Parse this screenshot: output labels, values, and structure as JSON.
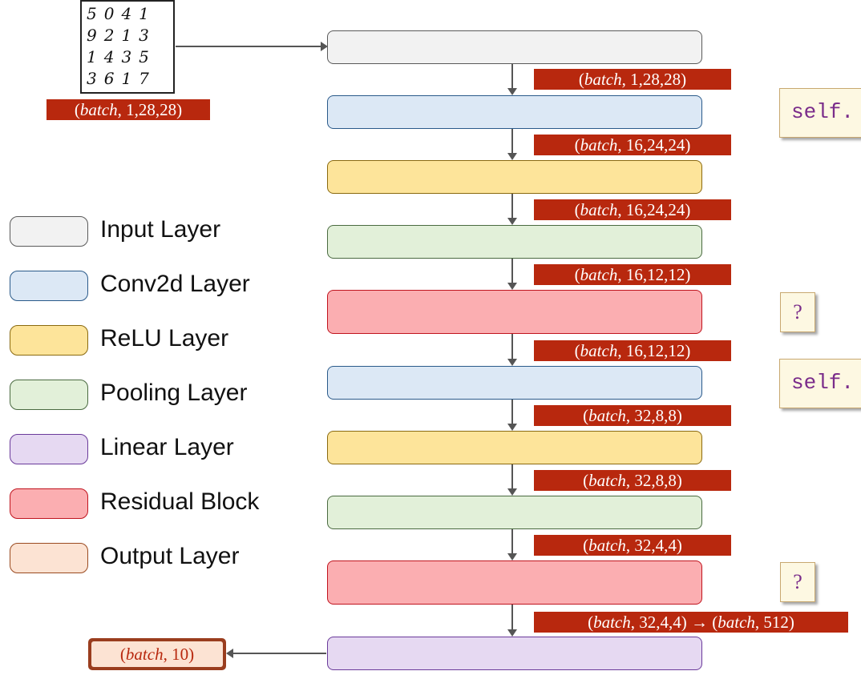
{
  "digits": [
    "5041",
    "9213",
    "1435",
    "3617"
  ],
  "input_shape": "(batch, 1,28,28)",
  "layers": [
    {
      "type": "input",
      "fill": "#f2f2f2",
      "border": "#5a5a5a"
    },
    {
      "type": "conv2d",
      "fill": "#dce8f5",
      "border": "#2a5a8a"
    },
    {
      "type": "relu",
      "fill": "#fde49a",
      "border": "#8a6a10"
    },
    {
      "type": "pooling",
      "fill": "#e2f0d9",
      "border": "#4a6a40"
    },
    {
      "type": "residual",
      "fill": "#fbaeb1",
      "border": "#c0141e"
    },
    {
      "type": "conv2d",
      "fill": "#dce8f5",
      "border": "#2a5a8a"
    },
    {
      "type": "relu",
      "fill": "#fde49a",
      "border": "#8a6a10"
    },
    {
      "type": "pooling",
      "fill": "#e2f0d9",
      "border": "#4a6a40"
    },
    {
      "type": "residual",
      "fill": "#fbaeb1",
      "border": "#c0141e"
    },
    {
      "type": "linear",
      "fill": "#e6d9f2",
      "border": "#6a3a9a"
    }
  ],
  "shapes": [
    "(batch, 1,28,28)",
    "(batch, 16,24,24)",
    "(batch, 16,24,24)",
    "(batch, 16,12,12)",
    "(batch, 16,12,12)",
    "(batch, 32,8,8)",
    "(batch, 32,8,8)",
    "(batch, 32,4,4)",
    "(batch, 32,4,4) → (batch, 512)"
  ],
  "output": "(batch, 10)",
  "side_boxes": [
    "self.",
    "?",
    "self.",
    "?"
  ],
  "legend": [
    {
      "label": "Input Layer",
      "fill": "#f2f2f2",
      "border": "#5a5a5a"
    },
    {
      "label": "Conv2d Layer",
      "fill": "#dce8f5",
      "border": "#2a5a8a"
    },
    {
      "label": "ReLU Layer",
      "fill": "#fde49a",
      "border": "#8a6a10"
    },
    {
      "label": "Pooling Layer",
      "fill": "#e2f0d9",
      "border": "#4a6a40"
    },
    {
      "label": "Linear Layer",
      "fill": "#e6d9f2",
      "border": "#6a3a9a"
    },
    {
      "label": "Residual Block",
      "fill": "#fbaeb1",
      "border": "#c0141e"
    },
    {
      "label": "Output Layer",
      "fill": "#fce3d3",
      "border": "#9a4a20"
    }
  ]
}
